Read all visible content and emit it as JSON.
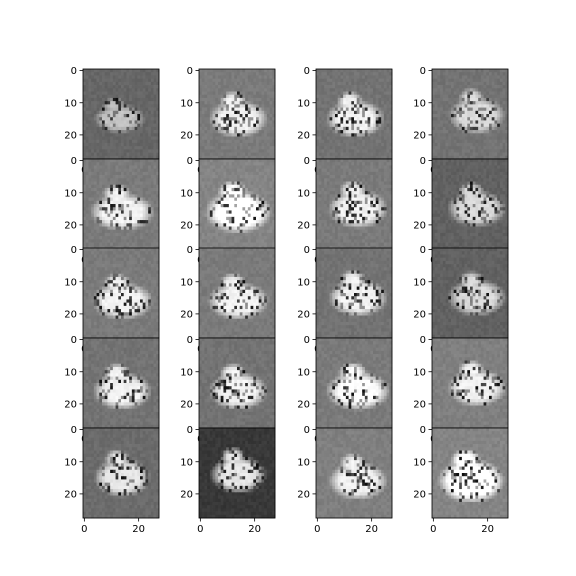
{
  "chart_data": {
    "type": "heatmap",
    "layout": {
      "rows": 5,
      "cols": 4
    },
    "image_size": [
      28,
      28
    ],
    "colormap": "gray",
    "x_ticks": [
      "0",
      "20"
    ],
    "y_ticks": [
      "0",
      "10",
      "20"
    ],
    "x_tick_values": [
      0,
      20
    ],
    "y_tick_values": [
      0,
      10,
      20
    ],
    "panels": [
      {
        "bg": 0.4,
        "gain": 0.8,
        "cx": 13,
        "cy": 15,
        "rx": 9.5,
        "ry": 4.6,
        "seed": 1
      },
      {
        "bg": 0.48,
        "gain": 1.0,
        "cx": 14,
        "cy": 15,
        "rx": 11,
        "ry": 6.0,
        "seed": 2
      },
      {
        "bg": 0.45,
        "gain": 1.0,
        "cx": 14,
        "cy": 15,
        "rx": 11,
        "ry": 6.0,
        "seed": 3
      },
      {
        "bg": 0.45,
        "gain": 0.9,
        "cx": 16,
        "cy": 14,
        "rx": 10.5,
        "ry": 6.0,
        "seed": 4
      },
      {
        "bg": 0.48,
        "gain": 1.0,
        "cx": 14,
        "cy": 16,
        "rx": 12,
        "ry": 6.0,
        "seed": 5
      },
      {
        "bg": 0.52,
        "gain": 1.1,
        "cx": 14,
        "cy": 16,
        "rx": 12.5,
        "ry": 6.8,
        "seed": 6
      },
      {
        "bg": 0.48,
        "gain": 1.0,
        "cx": 15,
        "cy": 15,
        "rx": 11,
        "ry": 6.2,
        "seed": 7
      },
      {
        "bg": 0.38,
        "gain": 0.9,
        "cx": 16,
        "cy": 15,
        "rx": 11,
        "ry": 5.8,
        "seed": 8
      },
      {
        "bg": 0.48,
        "gain": 1.0,
        "cx": 14,
        "cy": 16,
        "rx": 11.5,
        "ry": 6.0,
        "seed": 9
      },
      {
        "bg": 0.48,
        "gain": 1.0,
        "cx": 14,
        "cy": 16,
        "rx": 11.5,
        "ry": 6.0,
        "seed": 10
      },
      {
        "bg": 0.45,
        "gain": 1.0,
        "cx": 15,
        "cy": 15,
        "rx": 11,
        "ry": 6.0,
        "seed": 11
      },
      {
        "bg": 0.38,
        "gain": 0.9,
        "cx": 16,
        "cy": 15,
        "rx": 11,
        "ry": 5.8,
        "seed": 12
      },
      {
        "bg": 0.45,
        "gain": 1.0,
        "cx": 14,
        "cy": 16,
        "rx": 11,
        "ry": 6.0,
        "seed": 13
      },
      {
        "bg": 0.45,
        "gain": 1.0,
        "cx": 14,
        "cy": 16,
        "rx": 11,
        "ry": 6.0,
        "seed": 14
      },
      {
        "bg": 0.48,
        "gain": 1.05,
        "cx": 15,
        "cy": 16,
        "rx": 12,
        "ry": 6.2,
        "seed": 15
      },
      {
        "bg": 0.5,
        "gain": 1.0,
        "cx": 16,
        "cy": 15,
        "rx": 11,
        "ry": 6.0,
        "seed": 16
      },
      {
        "bg": 0.42,
        "gain": 0.95,
        "cx": 14,
        "cy": 15,
        "rx": 10.5,
        "ry": 6.2,
        "seed": 17
      },
      {
        "bg": 0.22,
        "gain": 0.95,
        "cx": 14,
        "cy": 14,
        "rx": 10.5,
        "ry": 6.0,
        "seed": 18
      },
      {
        "bg": 0.5,
        "gain": 1.0,
        "cx": 15,
        "cy": 16,
        "rx": 11,
        "ry": 6.0,
        "seed": 19
      },
      {
        "bg": 0.52,
        "gain": 1.15,
        "cx": 14,
        "cy": 16,
        "rx": 12.5,
        "ry": 7.0,
        "seed": 20
      }
    ]
  }
}
